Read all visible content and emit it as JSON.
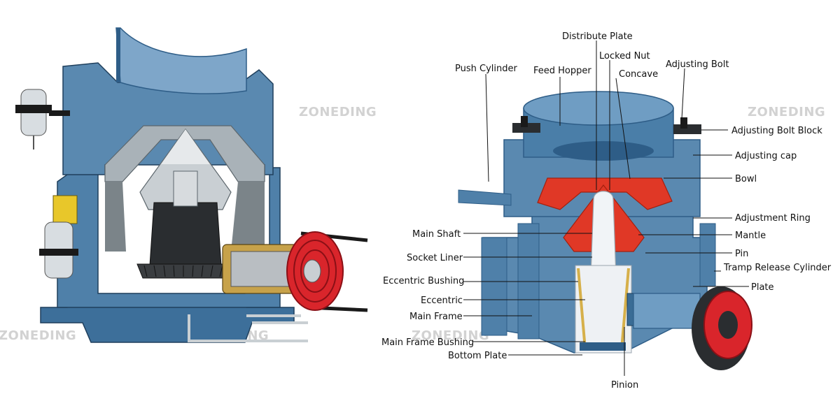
{
  "watermark": "ZONEDING",
  "colors": {
    "body_blue": "#5a89b0",
    "dark_blue": "#2e5d87",
    "light_blue": "#8fb3d4",
    "liner_red": "#e03826",
    "shaft_white": "#f1f4f7",
    "pulley_red": "#d9252b",
    "bronze": "#d6b04a"
  },
  "labels": {
    "distribute_plate": "Distribute Plate",
    "locked_nut": "Locked Nut",
    "push_cylinder": "Push Cylinder",
    "feed_hopper": "Feed Hopper",
    "concave": "Concave",
    "adjusting_bolt": "Adjusting Bolt",
    "adjusting_bolt_block": "Adjusting Bolt Block",
    "adjusting_cap": "Adjusting cap",
    "bowl": "Bowl",
    "adjustment_ring": "Adjustment Ring",
    "mantle": "Mantle",
    "pin": "Pin",
    "tramp_release_cylinder": "Tramp Release Cylinder",
    "plate": "Plate",
    "main_shaft": "Main Shaft",
    "socket_liner": "Socket Liner",
    "eccentric_bushing": "Eccentric Bushing",
    "eccentric": "Eccentric",
    "main_frame": "Main Frame",
    "main_frame_bushing": "Main Frame Bushing",
    "bottom_plate": "Bottom Plate",
    "pinion": "Pinion"
  }
}
